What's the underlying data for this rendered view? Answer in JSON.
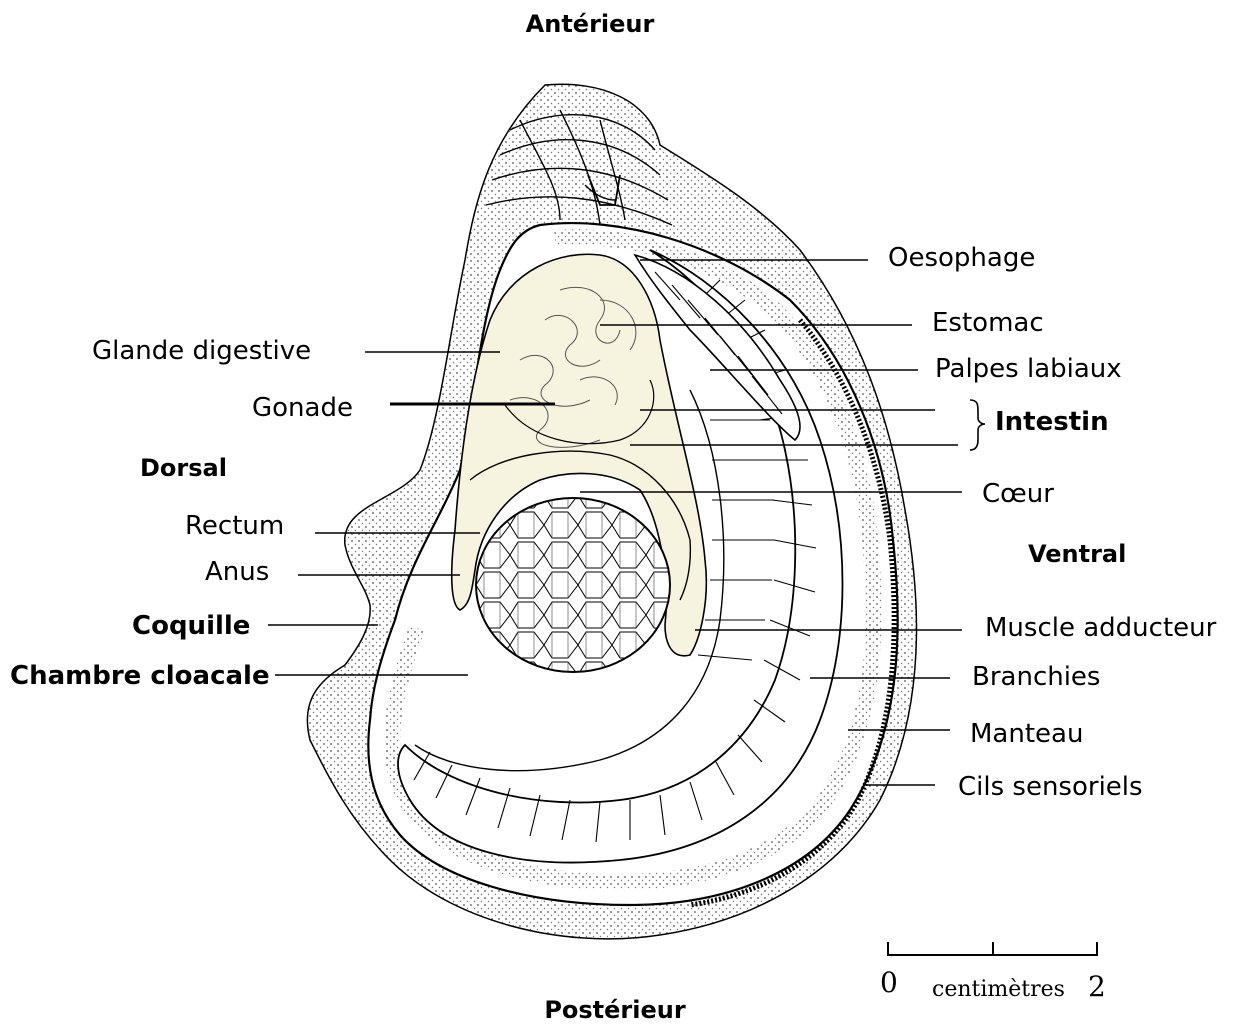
{
  "orientation": {
    "anterior": "Antérieur",
    "posterior": "Postérieur",
    "dorsal": "Dorsal",
    "ventral": "Ventral"
  },
  "labels": {
    "oesophage": "Oesophage",
    "estomac": "Estomac",
    "palpes_labiaux": "Palpes labiaux",
    "intestin": "Intestin",
    "coeur": "Cœur",
    "muscle_adducteur": "Muscle adducteur",
    "branchies": "Branchies",
    "manteau": "Manteau",
    "cils_sensoriels": "Cils sensoriels",
    "glande_digestive": "Glande digestive",
    "gonade": "Gonade",
    "rectum": "Rectum",
    "anus": "Anus",
    "coquille": "Coquille",
    "chambre_cloacale": "Chambre cloacale"
  },
  "scale_bar": {
    "start": "0",
    "end": "2",
    "unit": "centimètres"
  },
  "colors": {
    "gland_fill": "#f6f4df",
    "ink": "#000000",
    "background": "#ffffff"
  }
}
